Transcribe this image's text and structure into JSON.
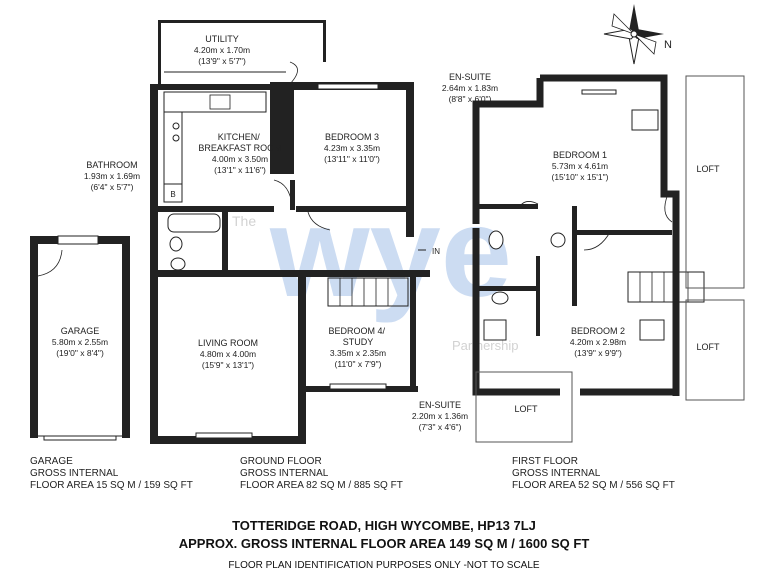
{
  "plan": {
    "watermark": {
      "brand": "wye",
      "the": "The",
      "sub": "Partnership"
    },
    "compass_label": "N",
    "in_label": "IN",
    "rooms": [
      {
        "name": "UTILITY",
        "dims_m": "4.20m x 1.70m",
        "dims_ft": "(13'9\" x 5'7\")"
      },
      {
        "name": "KITCHEN/\nBREAKFAST ROOM",
        "dims_m": "4.00m x 3.50m",
        "dims_ft": "(13'1\" x 11'6\")"
      },
      {
        "name": "BEDROOM 3",
        "dims_m": "4.23m x 3.35m",
        "dims_ft": "(13'11\" x 11'0\")"
      },
      {
        "name": "BATHROOM",
        "dims_m": "1.93m x 1.69m",
        "dims_ft": "(6'4\" x 5'7\")"
      },
      {
        "name": "GARAGE",
        "dims_m": "5.80m x 2.55m",
        "dims_ft": "(19'0\" x 8'4\")"
      },
      {
        "name": "LIVING ROOM",
        "dims_m": "4.80m x 4.00m",
        "dims_ft": "(15'9\" x 13'1\")"
      },
      {
        "name": "BEDROOM 4/\nSTUDY",
        "dims_m": "3.35m x 2.35m",
        "dims_ft": "(11'0\" x 7'9\")"
      },
      {
        "name": "EN-SUITE",
        "dims_m": "2.64m x 1.83m",
        "dims_ft": "(8'8\" x 6'0\")"
      },
      {
        "name": "BEDROOM 1",
        "dims_m": "5.73m x 4.61m",
        "dims_ft": "(15'10\" x 15'1\")"
      },
      {
        "name": "BEDROOM 2",
        "dims_m": "4.20m x 2.98m",
        "dims_ft": "(13'9\" x 9'9\")"
      },
      {
        "name": "EN-SUITE",
        "dims_m": "2.20m x 1.36m",
        "dims_ft": "(7'3\" x 4'6\")"
      }
    ],
    "lofts": [
      "LOFT",
      "LOFT",
      "LOFT"
    ],
    "fixture_b": "B"
  },
  "areas": [
    {
      "line1": "GARAGE",
      "line2": "GROSS INTERNAL",
      "line3": "FLOOR AREA 15 SQ M / 159 SQ FT"
    },
    {
      "line1": "GROUND FLOOR",
      "line2": "GROSS INTERNAL",
      "line3": "FLOOR AREA 82 SQ M / 885 SQ FT"
    },
    {
      "line1": "FIRST FLOOR",
      "line2": "GROSS INTERNAL",
      "line3": "FLOOR AREA 52 SQ M / 556 SQ FT"
    }
  ],
  "footer": {
    "address": "TOTTERIDGE ROAD, HIGH WYCOMBE, HP13 7LJ",
    "total": "APPROX. GROSS INTERNAL FLOOR AREA 149 SQ M / 1600 SQ FT",
    "disclaimer": "FLOOR PLAN IDENTIFICATION PURPOSES ONLY -NOT TO SCALE"
  }
}
